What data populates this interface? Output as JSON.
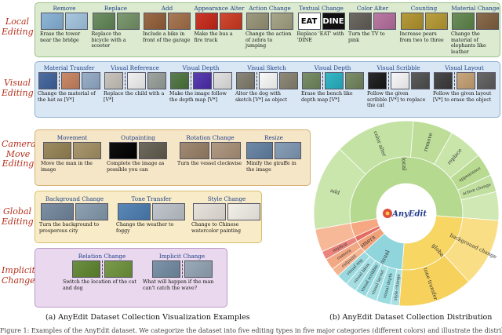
{
  "categories": {
    "local": "Local\nEditing",
    "visual": "Visual\nEditing",
    "camera": "Camera\nMove\nEditing",
    "global": "Global\nEditing",
    "implicit": "Implicit\nChange"
  },
  "local_items": [
    {
      "title": "Remove",
      "desc": "Erase the tower near the bridge",
      "c1": "#8fb6d6",
      "c2": "#a9c8df"
    },
    {
      "title": "Replace",
      "desc": "Replace the bicycle with a scooter",
      "c1": "#6f8f64",
      "c2": "#7e9a72"
    },
    {
      "title": "Add",
      "desc": "Include a bike in front of the garage",
      "c1": "#9a6c4a",
      "c2": "#a87a58"
    },
    {
      "title": "Appearance Alter",
      "desc": "Make the bus a fire truck",
      "c1": "#c93a2c",
      "c2": "#cf4a33"
    },
    {
      "title": "Action Change",
      "desc": "Change the action of zebra to jumping",
      "c1": "#9d9a80",
      "c2": "#a8a68b"
    },
    {
      "title": "Textual Change",
      "desc": "Replace 'EAT' with 'DINE",
      "c1": "#111111",
      "c2": "#222222"
    },
    {
      "title": "Color Alter",
      "desc": "Turn the TV to pink",
      "c1": "#6e6a64",
      "c2": "#b97aa3"
    },
    {
      "title": "Counting",
      "desc": "Increase pears from two to three",
      "c1": "#b59b3e",
      "c2": "#b9a043"
    },
    {
      "title": "Material Change",
      "desc": "Change the material of elephants like leather",
      "c1": "#6b8e5a",
      "c2": "#8a6d4e"
    }
  ],
  "visual_items": [
    {
      "title": "Material Transfer",
      "desc": "Change the material of the hat as [V*]",
      "c1": "#4f6fa3",
      "c2": "#c98b6a",
      "c3": "#9ab0c9"
    },
    {
      "title": "Visual Reference",
      "desc": "Replace the child with a [V*]",
      "c1": "#c9c4bd",
      "c2": "#f0f0f0",
      "c3": "#9fa5a0"
    },
    {
      "title": "Visual Depth",
      "desc": "Make the image follow the depth map [V*]",
      "c1": "#5a7e4c",
      "c2": "#5c3fb0",
      "c3": "#e1e1e1"
    },
    {
      "title": "Visual Sketch",
      "desc": "Alter the dog with sketch [V*] as object",
      "c1": "#8a8778",
      "c2": "#f8f8f8",
      "c3": "#8f8a7a"
    },
    {
      "title": "Visual Depth",
      "desc": "Erase the bench like depth map [V*]",
      "c1": "#7b8f6a",
      "c2": "#39b6c6",
      "c3": "#7c8e6a"
    },
    {
      "title": "Visual Scribble",
      "desc": "Follow the given scribble [V*] to replace the cat",
      "c1": "#2c2c2c",
      "c2": "#f7f7f7",
      "c3": "#5d5d5d"
    },
    {
      "title": "Visual Layout",
      "desc": "Follow the given layout [V*] to erase the object",
      "c1": "#4b4b4b",
      "c2": "#c9a77e",
      "c3": "#6a6a6a"
    }
  ],
  "camera_items": [
    {
      "title": "Movement",
      "desc": "Move the man in the image",
      "c1": "#9d8c62",
      "c2": "#a99870"
    },
    {
      "title": "Outpainting",
      "desc": "Complete the image as possible you can",
      "c1": "#111111",
      "c2": "#6e6a5d"
    },
    {
      "title": "Rotation Change",
      "desc": "Turn the vessel clockwise",
      "c1": "#a08a74",
      "c2": "#b09a84"
    },
    {
      "title": "Resize",
      "desc": "Minify the giraffe in the image",
      "c1": "#6f8aa8",
      "c2": "#8aa0b8"
    }
  ],
  "global_items": [
    {
      "title": "Background Change",
      "desc": "Turn the background to prosperous city",
      "c1": "#7d8fa3",
      "c2": "#8ea1b2"
    },
    {
      "title": "Tone Transfer",
      "desc": "Change the weather to foggy",
      "c1": "#5b88b7",
      "c2": "#c0c6cc"
    },
    {
      "title": "Style Change",
      "desc": "Change to Chinese watercolor painting",
      "c1": "#e7e3dc",
      "c2": "#f2efe8"
    }
  ],
  "implicit_items": [
    {
      "title": "Relation Change",
      "desc": "Switch the location of the cat and dog",
      "c1": "#6c8f42",
      "c2": "#7b9b4c"
    },
    {
      "title": "Implicit Change",
      "desc": "What will happen if the man can't catch the wave?",
      "c1": "#7e94a8",
      "c2": "#9aaab8"
    }
  ],
  "text_images": {
    "eat": "EAT",
    "dine": "DINE"
  },
  "captions": {
    "left": "(a) AnyEdit Dataset Collection Visualization Examples",
    "right": "(b) AnyEdit Dataset Collection Distribution",
    "footer": "Figure 1: Examples of the AnyEdit dataset. We categorize the dataset into five editing types in five major categories (different colors) and illustrate the distribution."
  },
  "sunburst": {
    "center_label": "AnyEdit",
    "inner": [
      {
        "name": "local",
        "value": 54,
        "color": "#b5d98f"
      },
      {
        "name": "global",
        "value": 25,
        "color": "#f7d664"
      },
      {
        "name": "visual",
        "value": 12,
        "color": "#8fd5db"
      },
      {
        "name": "camera",
        "value": 3.5,
        "color": "#f0a077"
      },
      {
        "name": "implicit",
        "value": 1.5,
        "color": "#e46d63"
      },
      {
        "name": "",
        "value": 4,
        "color": "#f5a882"
      }
    ],
    "outer": [
      {
        "name": "add",
        "parent": "local",
        "value": 15,
        "color": "#cbe6ad"
      },
      {
        "name": "color alter",
        "parent": "local",
        "value": 14,
        "color": "#c4e2a3"
      },
      {
        "name": "remove",
        "parent": "local",
        "value": 7,
        "color": "#bddd98"
      },
      {
        "name": "replace",
        "parent": "local",
        "value": 6,
        "color": "#c9e5aa"
      },
      {
        "name": "appearance",
        "parent": "local",
        "value": 4,
        "color": "#b8da91"
      },
      {
        "name": "action change",
        "parent": "local",
        "value": 3,
        "color": "#c1e09f"
      },
      {
        "name": "",
        "parent": "local",
        "value": 5,
        "color": "#cfe8b4"
      },
      {
        "name": "background change",
        "parent": "global",
        "value": 12,
        "color": "#f9de85"
      },
      {
        "name": "tone transfer",
        "parent": "global",
        "value": 13,
        "color": "#f6d15c"
      },
      {
        "name": "style change",
        "parent": "visual",
        "value": 1.5,
        "color": "#a9e0e4"
      },
      {
        "name": "visual depth",
        "parent": "visual",
        "value": 2.5,
        "color": "#9bdce1"
      },
      {
        "name": "visual layout",
        "parent": "visual",
        "value": 2,
        "color": "#a6dfe3"
      },
      {
        "name": "visual scribble",
        "parent": "visual",
        "value": 2,
        "color": "#96d8de"
      },
      {
        "name": "visual bbox",
        "parent": "visual",
        "value": 2,
        "color": "#a3dde2"
      },
      {
        "name": "visual seg",
        "parent": "visual",
        "value": 2,
        "color": "#9ad9de"
      },
      {
        "name": "outpaint",
        "parent": "camera",
        "value": 1.5,
        "color": "#f4b491"
      },
      {
        "name": "camera",
        "parent": "camera",
        "value": 2,
        "color": "#f2a882"
      },
      {
        "name": "implicit",
        "parent": "implicit",
        "value": 1.5,
        "color": "#e9857c"
      },
      {
        "name": "",
        "parent": "other",
        "value": 4,
        "color": "#f7b898"
      }
    ]
  }
}
